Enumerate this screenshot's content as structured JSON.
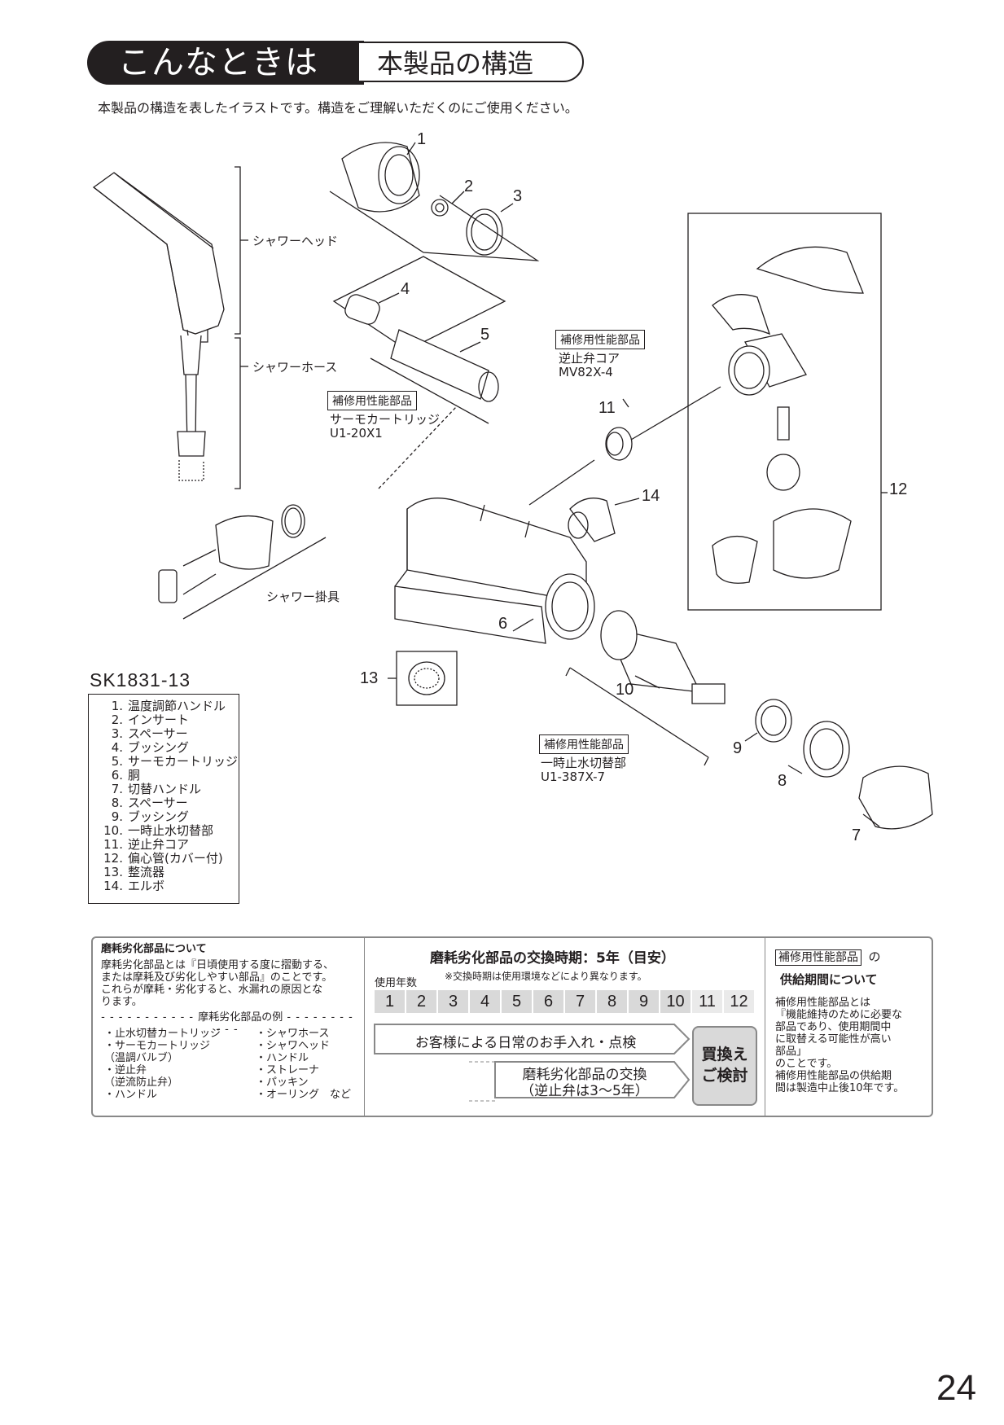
{
  "header": {
    "title": "こんなときは",
    "subtitle": "本製品の構造"
  },
  "intro": "本製品の構造を表したイラストです。構造をご理解いただくのにご使用ください。",
  "diagram": {
    "showerhead_label": "シャワーヘッド",
    "showerhose_label": "シャワーホース",
    "holder_label": "シャワー掛具",
    "numbers": [
      "1",
      "2",
      "3",
      "4",
      "5",
      "6",
      "7",
      "8",
      "9",
      "10",
      "11",
      "12",
      "13",
      "14"
    ],
    "tag": "補修用性能部品",
    "part5_name": "サーモカートリッジ",
    "part5_code": "U1-20X1",
    "part11_name": "逆止弁コア",
    "part11_code": "MV82X-4",
    "part10_name": "一時止水切替部",
    "part10_code": "U1-387X-7",
    "part12_num": "12"
  },
  "model": "SK1831-13",
  "parts": [
    {
      "n": "1.",
      "name": "温度調節ハンドル"
    },
    {
      "n": "2.",
      "name": "インサート"
    },
    {
      "n": "3.",
      "name": "スペーサー"
    },
    {
      "n": "4.",
      "name": "ブッシング"
    },
    {
      "n": "5.",
      "name": "サーモカートリッジ"
    },
    {
      "n": "6.",
      "name": "胴"
    },
    {
      "n": "7.",
      "name": "切替ハンドル"
    },
    {
      "n": "8.",
      "name": "スペーサー"
    },
    {
      "n": "9.",
      "name": "ブッシング"
    },
    {
      "n": "10.",
      "name": "一時止水切替部"
    },
    {
      "n": "11.",
      "name": "逆止弁コア"
    },
    {
      "n": "12.",
      "name": "偏心管(カバー付)"
    },
    {
      "n": "13.",
      "name": "整流器"
    },
    {
      "n": "14.",
      "name": "エルボ"
    }
  ],
  "wear": {
    "title": "磨耗劣化部品について",
    "desc1": "摩耗劣化部品とは『日頃使用する度に摺動する、",
    "desc2": "または摩耗及び劣化しやすい部品』のことです。",
    "desc3": "これらが摩耗・劣化すると、水漏れの原因とな",
    "desc4": "ります。",
    "examples_title": "摩耗劣化部品の例",
    "examples_left": [
      "・止水切替カートリッジ",
      "・サーモカートリッジ",
      "（温調バルブ）",
      "・逆止弁",
      "（逆流防止弁）",
      "・ハンドル"
    ],
    "examples_right": [
      "・シャワホース",
      "・シャワヘッド",
      "・ハンドル",
      "・ストレーナ",
      "・パッキン",
      "・オーリング　など"
    ]
  },
  "schedule": {
    "title": "磨耗劣化部品の交換時期：5年（目安）",
    "note": "※交換時期は使用環境などにより異なります。",
    "years_label": "使用年数",
    "years": [
      "1",
      "2",
      "3",
      "4",
      "5",
      "6",
      "7",
      "8",
      "9",
      "10",
      "11",
      "12"
    ],
    "care": "お客様による日常のお手入れ・点検",
    "replace1": "磨耗劣化部品の交換",
    "replace2": "（逆止弁は3〜5年）",
    "buy1": "買換え",
    "buy2": "ご検討"
  },
  "supply": {
    "tag": "補修用性能部品",
    "suffix": "の",
    "title": "供給期間について",
    "lines": [
      "補修用性能部品とは",
      "『機能維持のために必要な",
      "部品であり、使用期間中",
      "に取替える可能性が高い",
      "部品」",
      "のことです。",
      "補修用性能部品の供給期",
      "間は製造中止後10年です。"
    ]
  },
  "page_number": "24"
}
